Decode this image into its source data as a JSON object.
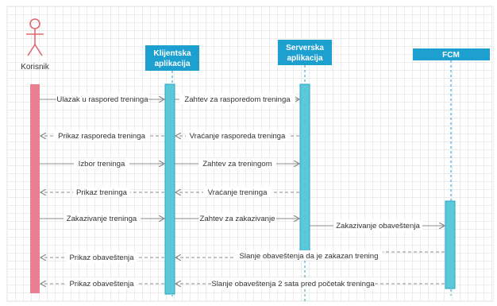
{
  "participants": {
    "actor": "Korisnik",
    "client": [
      "Klijentska",
      "aplikacija"
    ],
    "server": [
      "Serverska",
      "aplikacija"
    ],
    "fcm": "FCM"
  },
  "messages": [
    "Ulazak u raspored treninga",
    "Zahtev za rasporedom treninga",
    "Prikaz rasporeda treninga",
    "Vraćanje rasporeda treninga",
    "Izbor treninga",
    "Zahtev za treningom",
    "Prikaz treninga",
    "Vraćanje treninga",
    "Zakazivanje treninga",
    "Zahtev za zakazivanje",
    "Zakazivanje obaveštenja",
    "Prikaz obaveštenja",
    "Slanje obaveštenja da je zakazan trening",
    "Prikaz obaveštenja",
    "Slanje obaveštenja 2 sata pred početak treninga"
  ],
  "colors": {
    "actor": "#e4676f",
    "actor_bar": "#ea7f92",
    "participant": "#1d9fd0",
    "activation": "#5bc9d9",
    "lifeline": "#1d9fd0",
    "arrow": "#8c8c8c"
  }
}
